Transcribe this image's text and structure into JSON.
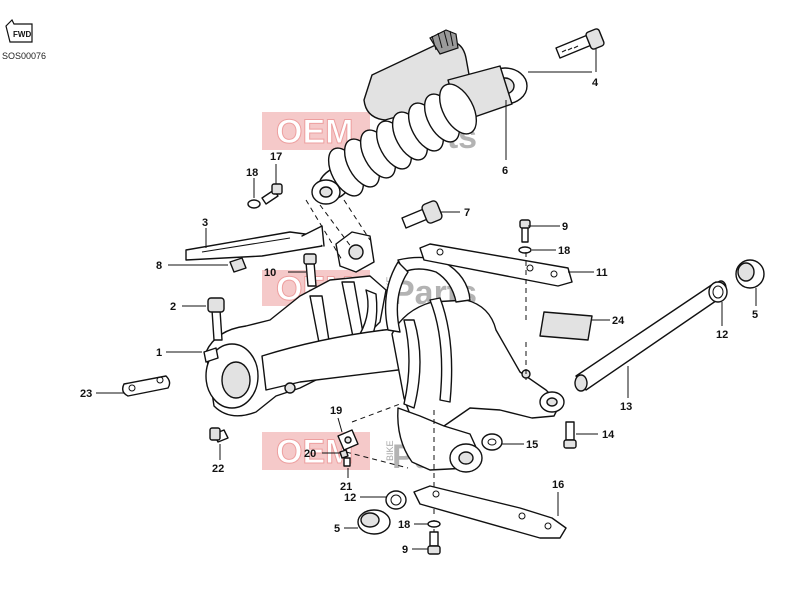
{
  "header": {
    "direction_badge": "FWD",
    "diagram_code": "SOS00076"
  },
  "watermark": {
    "left_text": "OEM",
    "right_text": "Parts",
    "vertical_text": "BIKE",
    "left_color": "#e88080",
    "right_color": "#9a9a9a",
    "band_color": "#f2b8b8"
  },
  "callouts": [
    {
      "id": "c1",
      "label": "1"
    },
    {
      "id": "c2",
      "label": "2"
    },
    {
      "id": "c3",
      "label": "3"
    },
    {
      "id": "c4",
      "label": "4"
    },
    {
      "id": "c5a",
      "label": "5"
    },
    {
      "id": "c5b",
      "label": "5"
    },
    {
      "id": "c6",
      "label": "6"
    },
    {
      "id": "c7",
      "label": "7"
    },
    {
      "id": "c8",
      "label": "8"
    },
    {
      "id": "c9a",
      "label": "9"
    },
    {
      "id": "c9b",
      "label": "9"
    },
    {
      "id": "c10",
      "label": "10"
    },
    {
      "id": "c11",
      "label": "11"
    },
    {
      "id": "c12a",
      "label": "12"
    },
    {
      "id": "c12b",
      "label": "12"
    },
    {
      "id": "c13",
      "label": "13"
    },
    {
      "id": "c14",
      "label": "14"
    },
    {
      "id": "c15",
      "label": "15"
    },
    {
      "id": "c16",
      "label": "16"
    },
    {
      "id": "c17",
      "label": "17"
    },
    {
      "id": "c18a",
      "label": "18"
    },
    {
      "id": "c18b",
      "label": "18"
    },
    {
      "id": "c18c",
      "label": "18"
    },
    {
      "id": "c19",
      "label": "19"
    },
    {
      "id": "c20",
      "label": "20"
    },
    {
      "id": "c21",
      "label": "21"
    },
    {
      "id": "c22",
      "label": "22"
    },
    {
      "id": "c23",
      "label": "23"
    },
    {
      "id": "c24",
      "label": "24"
    }
  ]
}
